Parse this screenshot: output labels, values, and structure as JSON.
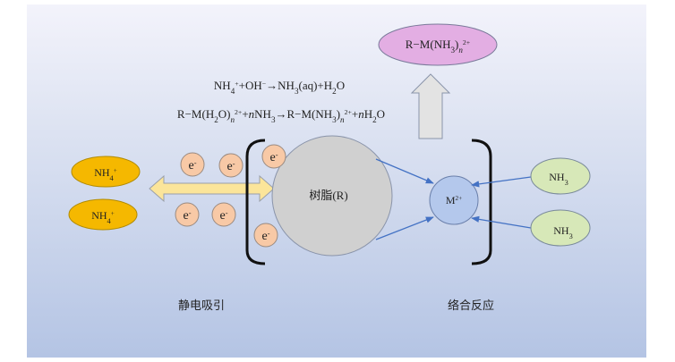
{
  "equations": {
    "eq1": {
      "parts": [
        {
          "t": "NH"
        },
        {
          "t": "4",
          "sub": true
        },
        {
          "t": "+",
          "sup": true
        },
        {
          "t": "+OH"
        },
        {
          "t": "−",
          "sup": true
        },
        {
          "t": "→NH"
        },
        {
          "t": "3",
          "sub": true
        },
        {
          "t": "(aq)+H"
        },
        {
          "t": "2",
          "sub": true
        },
        {
          "t": "O"
        }
      ]
    },
    "eq2": {
      "parts": [
        {
          "t": "R−M(H"
        },
        {
          "t": "2",
          "sub": true
        },
        {
          "t": "O)"
        },
        {
          "t": "n",
          "sub": true,
          "italic": true
        },
        {
          "t": "2+",
          "sup": true
        },
        {
          "t": "+"
        },
        {
          "t": "n",
          "italic": true
        },
        {
          "t": "NH"
        },
        {
          "t": "3",
          "sub": true
        },
        {
          "t": "→R−M(NH"
        },
        {
          "t": "3",
          "sub": true
        },
        {
          "t": ")"
        },
        {
          "t": "n",
          "sub": true,
          "italic": true
        },
        {
          "t": "2+",
          "sup": true
        },
        {
          "t": "+"
        },
        {
          "t": "n",
          "italic": true
        },
        {
          "t": "H"
        },
        {
          "t": "2",
          "sub": true
        },
        {
          "t": "O"
        }
      ]
    }
  },
  "product": {
    "label_parts": [
      {
        "t": "R−M(NH"
      },
      {
        "t": "3",
        "sub": true
      },
      {
        "t": ")"
      },
      {
        "t": "n",
        "sub": true,
        "italic": true
      },
      {
        "t": "2+",
        "sup": true
      }
    ],
    "color": "#e3aee3"
  },
  "ammonium_ions": [
    {
      "label": "NH",
      "sub": "4",
      "sup": "+"
    },
    {
      "label": "NH",
      "sub": "4",
      "sup": "+"
    }
  ],
  "ammonium_color": "#f5b800",
  "electron": {
    "label": "e",
    "sup": "-",
    "color": "#f8c9a6",
    "count": 6
  },
  "resin": {
    "label": "树脂(R)",
    "color": "#d0d0d0"
  },
  "metal_ion": {
    "label": "M",
    "sup": "2+",
    "color": "#b4c8ec"
  },
  "ammonia": [
    {
      "label": "NH",
      "sub": "3"
    },
    {
      "label": "NH",
      "sub": "3"
    }
  ],
  "ammonia_color": "#d7e8b8",
  "double_arrow_color": "#fbe59a",
  "up_arrow_color": "#e3e3e3",
  "connector_color": "#4472c4",
  "captions": {
    "left": "静电吸引",
    "right": "络合反应"
  }
}
